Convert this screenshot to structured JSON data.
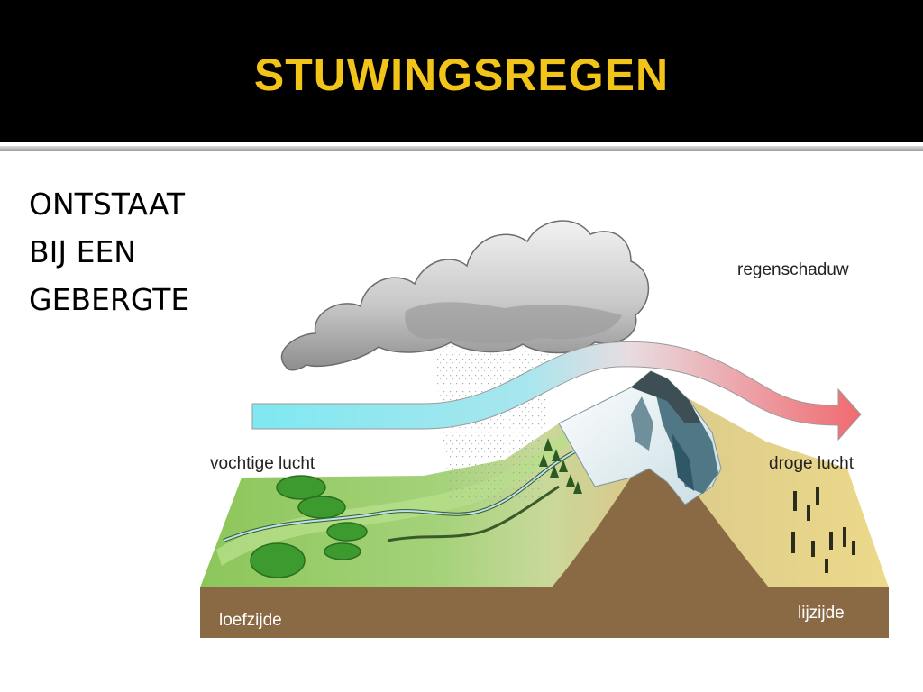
{
  "slide": {
    "title": "STUWINGSREGEN",
    "body_lines": [
      "ONTSTAAT",
      "BIJ EEN",
      "GEBERGTE"
    ]
  },
  "diagram": {
    "labels": {
      "regenschaduw": "regenschaduw",
      "vochtige_lucht": "vochtige lucht",
      "droge_lucht": "droge lucht",
      "loefzijde": "loefzijde",
      "lijzijde": "lijzijde"
    }
  },
  "colors": {
    "title_bar": "#000000",
    "title_text": "#f2c318",
    "moist_air": "#7fe8f0",
    "dry_air": "#f06a70",
    "soil": "#8a6a45",
    "grass": "#8cc65a",
    "dry_land": "#ecd98a"
  }
}
